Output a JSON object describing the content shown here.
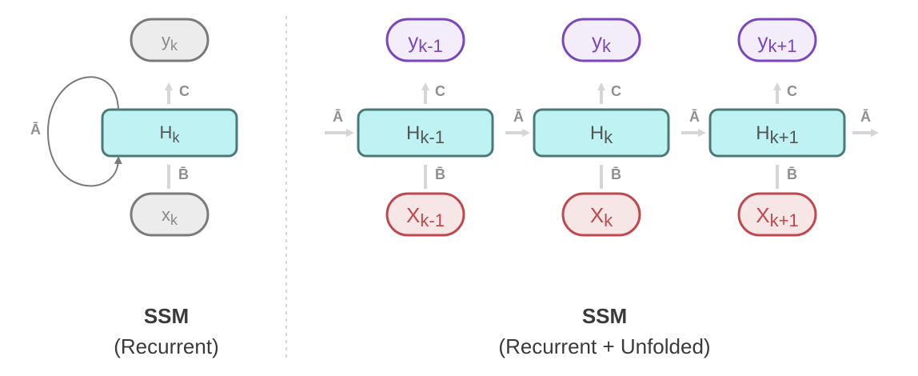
{
  "colors": {
    "hidden_fill": "#bff3f3",
    "hidden_stroke": "#4a7a78",
    "grey_fill": "#ececec",
    "grey_stroke": "#7a7a7a",
    "output_fill": "#f3ecf9",
    "output_stroke": "#7b45c0",
    "input_fill": "#f7e6e6",
    "input_stroke": "#c0474b",
    "arrow": "#d6d6d6",
    "divider": "#c8c8c8"
  },
  "recurrent": {
    "output": {
      "base": "y",
      "sub": "k"
    },
    "hidden": {
      "base": "H",
      "sub": "k"
    },
    "input": {
      "base": "x",
      "sub": "k"
    },
    "matrix_a": "Ā",
    "matrix_b": "B̄",
    "matrix_c": "C",
    "caption_title": "SSM",
    "caption_sub": "(Recurrent)"
  },
  "unfolded": {
    "steps": [
      {
        "output": {
          "base": "y",
          "sub": "k-1"
        },
        "hidden": {
          "base": "H",
          "sub": "k-1"
        },
        "input": {
          "base": "X",
          "sub": "k-1"
        }
      },
      {
        "output": {
          "base": "y",
          "sub": "k"
        },
        "hidden": {
          "base": "H",
          "sub": "k"
        },
        "input": {
          "base": "X",
          "sub": "k"
        }
      },
      {
        "output": {
          "base": "y",
          "sub": "k+1"
        },
        "hidden": {
          "base": "H",
          "sub": "k+1"
        },
        "input": {
          "base": "X",
          "sub": "k+1"
        }
      }
    ],
    "matrix_a": "Ā",
    "matrix_b": "B̄",
    "matrix_c": "C",
    "caption_title": "SSM",
    "caption_sub": "(Recurrent + Unfolded)"
  }
}
